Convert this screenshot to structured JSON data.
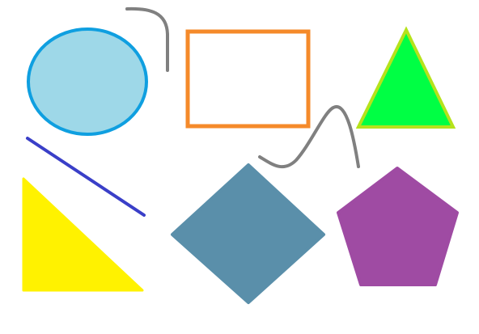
{
  "canvas": {
    "background": "#ffffff"
  },
  "shapes": [
    {
      "name": "ellipse-light-blue",
      "type": "ellipse",
      "fill": "#9ed8e8",
      "stroke": "#0f9fe0"
    },
    {
      "name": "rectangle-outline-orange",
      "type": "rect",
      "fill": "none",
      "stroke": "#f58a2a"
    },
    {
      "name": "triangle-green",
      "type": "triangle",
      "fill": "#00ff44",
      "stroke": "#b6e21b"
    },
    {
      "name": "line-blue",
      "type": "line",
      "stroke": "#3a3fc8"
    },
    {
      "name": "curve-gray-top",
      "type": "curve",
      "stroke": "#808080"
    },
    {
      "name": "curve-gray-wave",
      "type": "curve",
      "stroke": "#808080"
    },
    {
      "name": "triangle-yellow",
      "type": "triangle",
      "fill": "#fff200",
      "stroke": "#fff200"
    },
    {
      "name": "diamond-steel-blue",
      "type": "diamond",
      "fill": "#5a8faa",
      "stroke": "#5a8faa"
    },
    {
      "name": "pentagon-purple",
      "type": "pentagon",
      "fill": "#9f4ba3",
      "stroke": "#9f4ba3"
    }
  ]
}
